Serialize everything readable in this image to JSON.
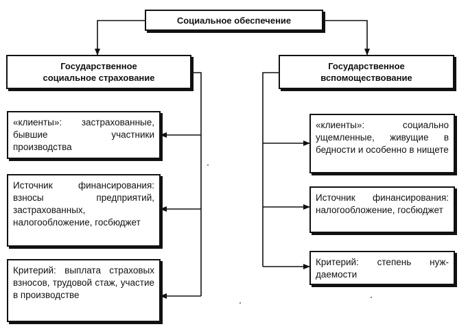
{
  "diagram": {
    "root": "Социальное обеспечение",
    "left_branch": {
      "title_line1": "Государственное",
      "title_line2": "социальное страхование",
      "items": [
        "«клиенты»: застрахован­ные, бывшие участники производства",
        "Источник финансирова­ния: взносы предпри­ятий, застрахованных, налогообложение, гос­бюджет",
        "Критерий: выплата стра­ховых взносов, трудовой стаж, участие в произ­водстве"
      ]
    },
    "right_branch": {
      "title_line1": "Государственное",
      "title_line2": "вспомоществование",
      "items": [
        "«клиенты»: социально ущемленные, живущие в бедности и особенно в нищете",
        "Источник финансиро­вания: налогообложе­ние, госбюджет",
        "Критерий: степень нуж­даемости"
      ]
    }
  },
  "colors": {
    "ink": "#111111",
    "paper": "#ffffff"
  }
}
